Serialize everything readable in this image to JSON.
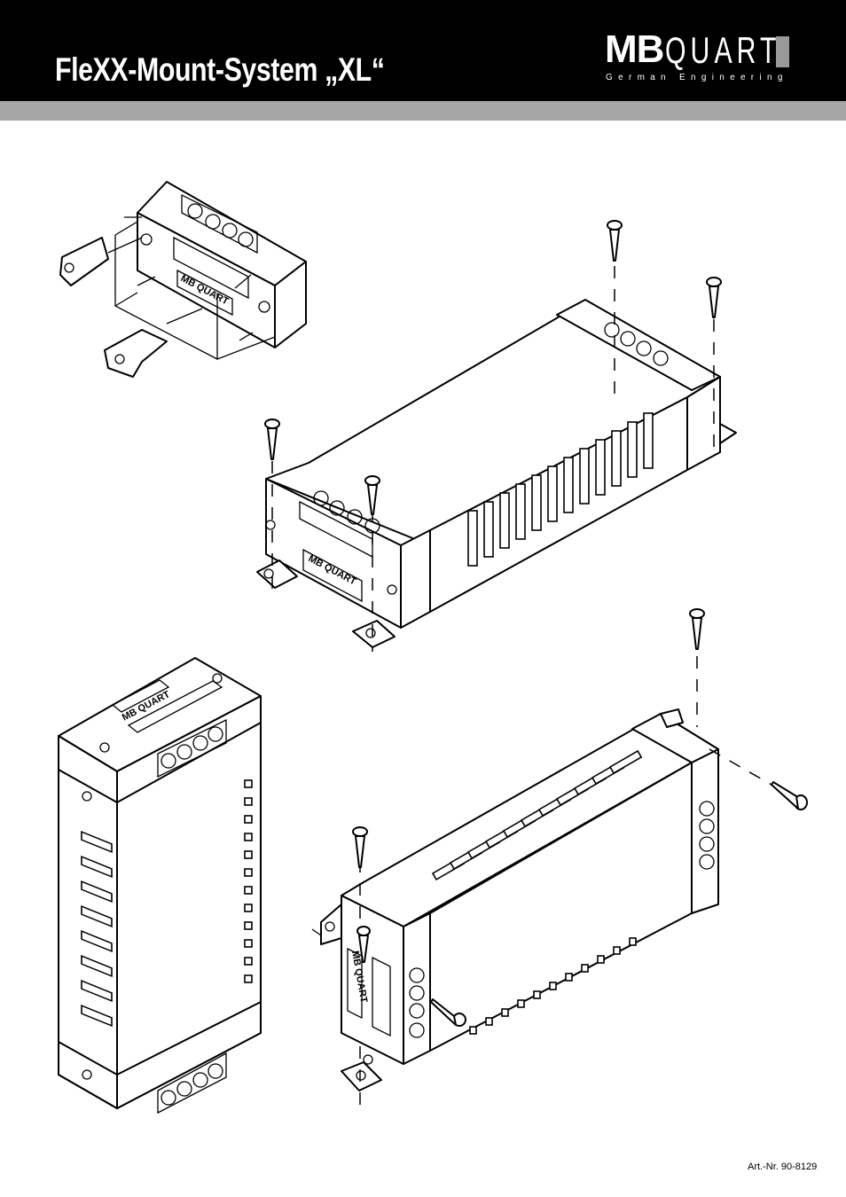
{
  "header": {
    "title": "FleXX-Mount-System „XL“",
    "background": "#000000",
    "bar_color": "#a6a6a6"
  },
  "logo": {
    "brand_bold": "MB",
    "brand_light": "QUART",
    "tagline": "German Engineering",
    "block_color": "#9a9a9a"
  },
  "drawing": {
    "device_label": "MB QUART"
  },
  "footer": {
    "article_number": "Art.-Nr. 90-8129"
  }
}
